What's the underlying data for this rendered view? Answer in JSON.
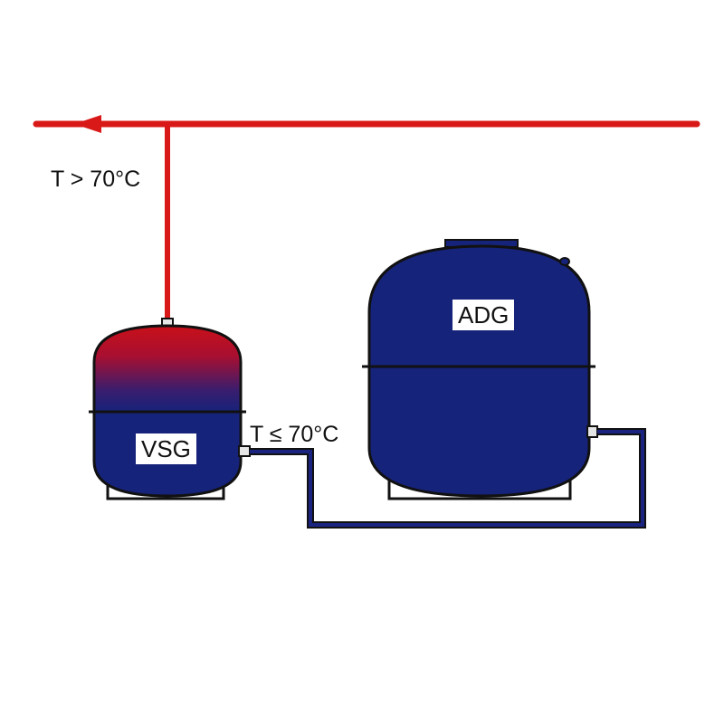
{
  "labels": {
    "hot_temp": "T > 70°C",
    "cool_temp": "T ≤  70°C"
  },
  "tanks": {
    "small": {
      "name": "VSG"
    },
    "large": {
      "name": "ADG"
    }
  },
  "colors": {
    "hot_pipe": "#d91818",
    "cold_pipe": "#1a2480",
    "tank_body": "#16237a",
    "tank_hot": "#c8101a",
    "outline": "#111111"
  }
}
